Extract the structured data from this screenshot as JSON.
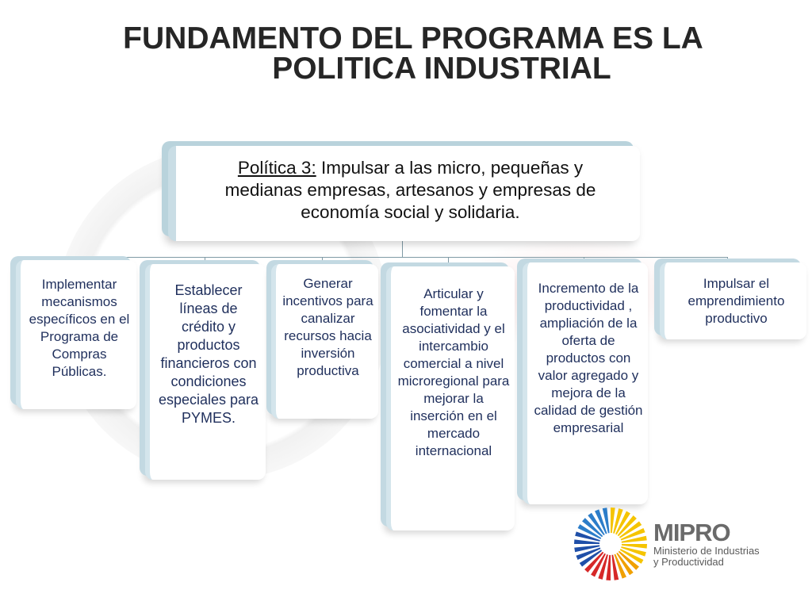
{
  "title": {
    "line1": "FUNDAMENTO DEL PROGRAMA ES LA",
    "line2": "POLITICA INDUSTRIAL"
  },
  "policy": {
    "label": "Política 3:",
    "text": " Impulsar a las micro, pequeñas y medianas empresas, artesanos y empresas de economía social y solidaria."
  },
  "children": [
    {
      "text": "Implementar mecanismos específicos en el Programa de Compras Públicas."
    },
    {
      "text": "Establecer líneas de crédito y productos financieros con condiciones especiales para PYMES."
    },
    {
      "text": "Generar incentivos para canalizar recursos hacia inversión productiva"
    },
    {
      "text": "Articular y fomentar la asociatividad y el intercambio comercial a nivel microregional para mejorar la inserción en el mercado internacional"
    },
    {
      "text": "Incremento de la productividad , ampliación de la oferta de productos con valor agregado y mejora de la calidad de gestión empresarial"
    },
    {
      "text": "Impulsar el emprendimiento productivo"
    }
  ],
  "logo": {
    "brand": "MIPRO",
    "sub_line1": "Ministerio de Industrias",
    "sub_line2": "y Productividad",
    "colors": [
      "#f5c400",
      "#f0a000",
      "#d62828",
      "#1f4fa8",
      "#2c7dc9"
    ]
  }
}
